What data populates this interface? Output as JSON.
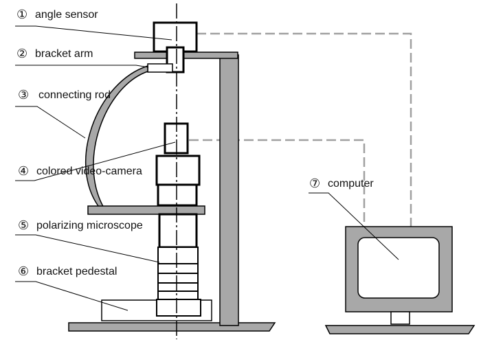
{
  "labels": {
    "l1": {
      "num": "①",
      "text": "angle sensor"
    },
    "l2": {
      "num": "②",
      "text": "bracket arm"
    },
    "l3": {
      "num": "③",
      "text": "connecting rod"
    },
    "l4": {
      "num": "④",
      "text": "colored video-camera"
    },
    "l5": {
      "num": "⑤",
      "text": "polarizing microscope"
    },
    "l6": {
      "num": "⑥",
      "text": "bracket pedestal"
    },
    "l7": {
      "num": "⑦",
      "text": "computer"
    }
  },
  "colors": {
    "metal_fill": "#a8a8a8",
    "outline": "#000000",
    "dashed_cable": "#a0a0a0",
    "background": "#ffffff"
  }
}
